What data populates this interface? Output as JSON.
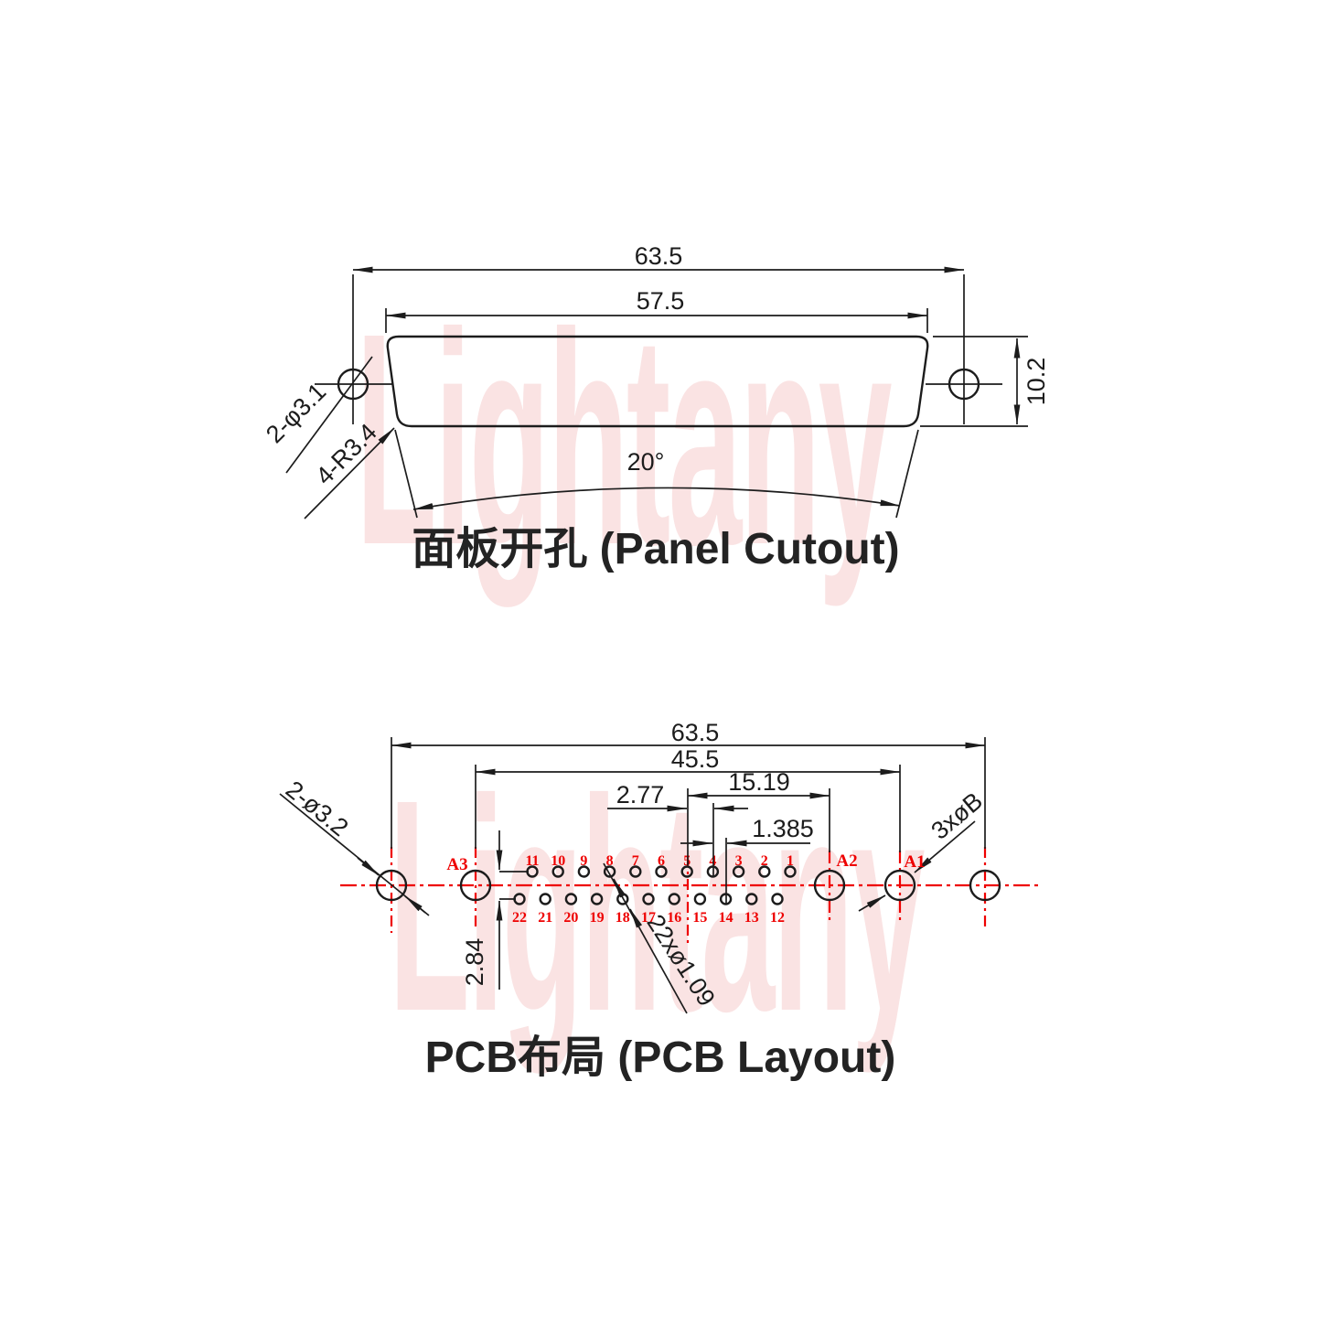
{
  "watermark": {
    "text": "Lightany",
    "color": "#fae3e3"
  },
  "colors": {
    "line": "#1c1c1c",
    "accent_red": "#ee0000",
    "background": "#ffffff"
  },
  "panel_cutout": {
    "title": "面板开孔 (Panel Cutout)",
    "dims": {
      "outer_width": "63.5",
      "cutout_width": "57.5",
      "cutout_height": "10.2",
      "side_angle": "20°",
      "mount_holes": "2-φ3.1",
      "corner_radius": "4-R3.4"
    }
  },
  "pcb_layout": {
    "title": "PCB布局 (PCB Layout)",
    "dims": {
      "outer_width": "63.5",
      "inner_width": "45.5",
      "a2_offset": "15.19",
      "pin_pitch": "2.77",
      "row_stagger": "1.385",
      "row_spacing": "2.84",
      "mount_holes": "2-ø3.2",
      "power_holes": "3xøB",
      "signal_holes": "22xø1.09"
    },
    "power_labels": [
      "A3",
      "A2",
      "A1"
    ],
    "pin_rows": {
      "top": [
        "11",
        "10",
        "9",
        "8",
        "7",
        "6",
        "5",
        "4",
        "3",
        "2",
        "1"
      ],
      "bottom": [
        "22",
        "21",
        "20",
        "19",
        "18",
        "17",
        "16",
        "15",
        "14",
        "13",
        "12"
      ]
    }
  }
}
